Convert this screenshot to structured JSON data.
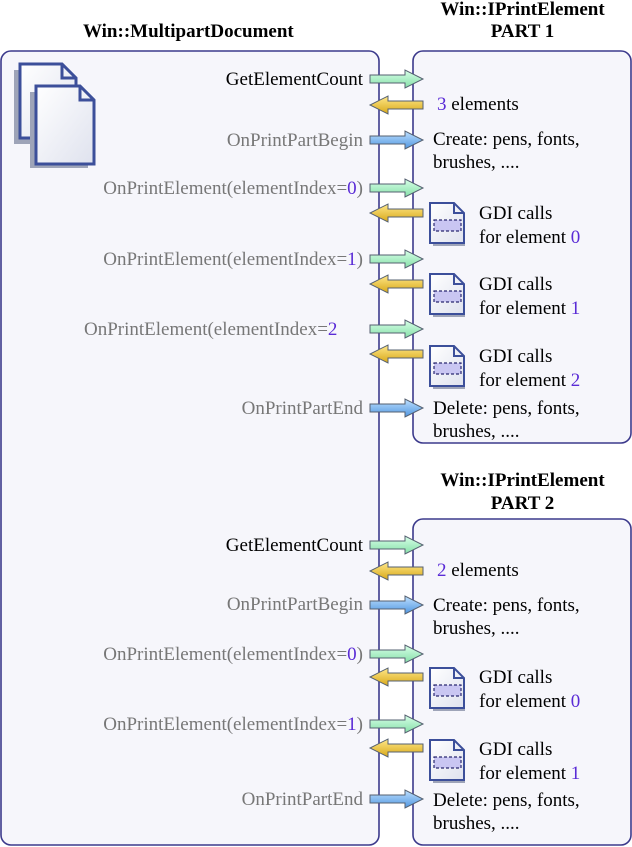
{
  "left_title": "Win::MultipartDocument",
  "parts": [
    {
      "title_line1": "Win::IPrintElement",
      "title_line2": "PART 1",
      "get_count": "GetElementCount",
      "count_num": "3",
      "count_text": " elements",
      "begin": "OnPrintPartBegin",
      "create_line1": "Create: pens, fonts,",
      "create_line2": "brushes, ....",
      "elements": [
        {
          "call_prefix": "OnPrintElement(elementIndex=",
          "index": "0",
          "call_suffix": ")",
          "gdi_line1": "GDI calls",
          "gdi_line2": "for element ",
          "gdi_index": "0"
        },
        {
          "call_prefix": "OnPrintElement(elementIndex=",
          "index": "1",
          "call_suffix": ")",
          "gdi_line1": "GDI calls",
          "gdi_line2": "for element ",
          "gdi_index": "1"
        },
        {
          "call_prefix": "OnPrintElement(elementIndex=",
          "index": "2",
          "call_suffix": "",
          "gdi_line1": "GDI calls",
          "gdi_line2": "for element ",
          "gdi_index": "2"
        }
      ],
      "end": "OnPrintPartEnd",
      "delete_line1": "Delete: pens, fonts,",
      "delete_line2": "brushes, ...."
    },
    {
      "title_line1": "Win::IPrintElement",
      "title_line2": "PART 2",
      "get_count": "GetElementCount",
      "count_num": "2",
      "count_text": " elements",
      "begin": "OnPrintPartBegin",
      "create_line1": "Create: pens, fonts,",
      "create_line2": "brushes, ....",
      "elements": [
        {
          "call_prefix": "OnPrintElement(elementIndex=",
          "index": "0",
          "call_suffix": ")",
          "gdi_line1": "GDI calls",
          "gdi_line2": "for element ",
          "gdi_index": "0"
        },
        {
          "call_prefix": "OnPrintElement(elementIndex=",
          "index": "1",
          "call_suffix": ")",
          "gdi_line1": "GDI calls",
          "gdi_line2": "for element ",
          "gdi_index": "1"
        }
      ],
      "end": "OnPrintPartEnd",
      "delete_line1": "Delete: pens, fonts,",
      "delete_line2": "brushes, ...."
    }
  ],
  "colors": {
    "box_fill": "#f5f5fb",
    "box_stroke": "#3c3a8c",
    "arrow_green": "#a8f0c4",
    "arrow_yellow": "#e8c030",
    "arrow_blue": "#6ab0f0",
    "number": "#5a2bd6"
  }
}
